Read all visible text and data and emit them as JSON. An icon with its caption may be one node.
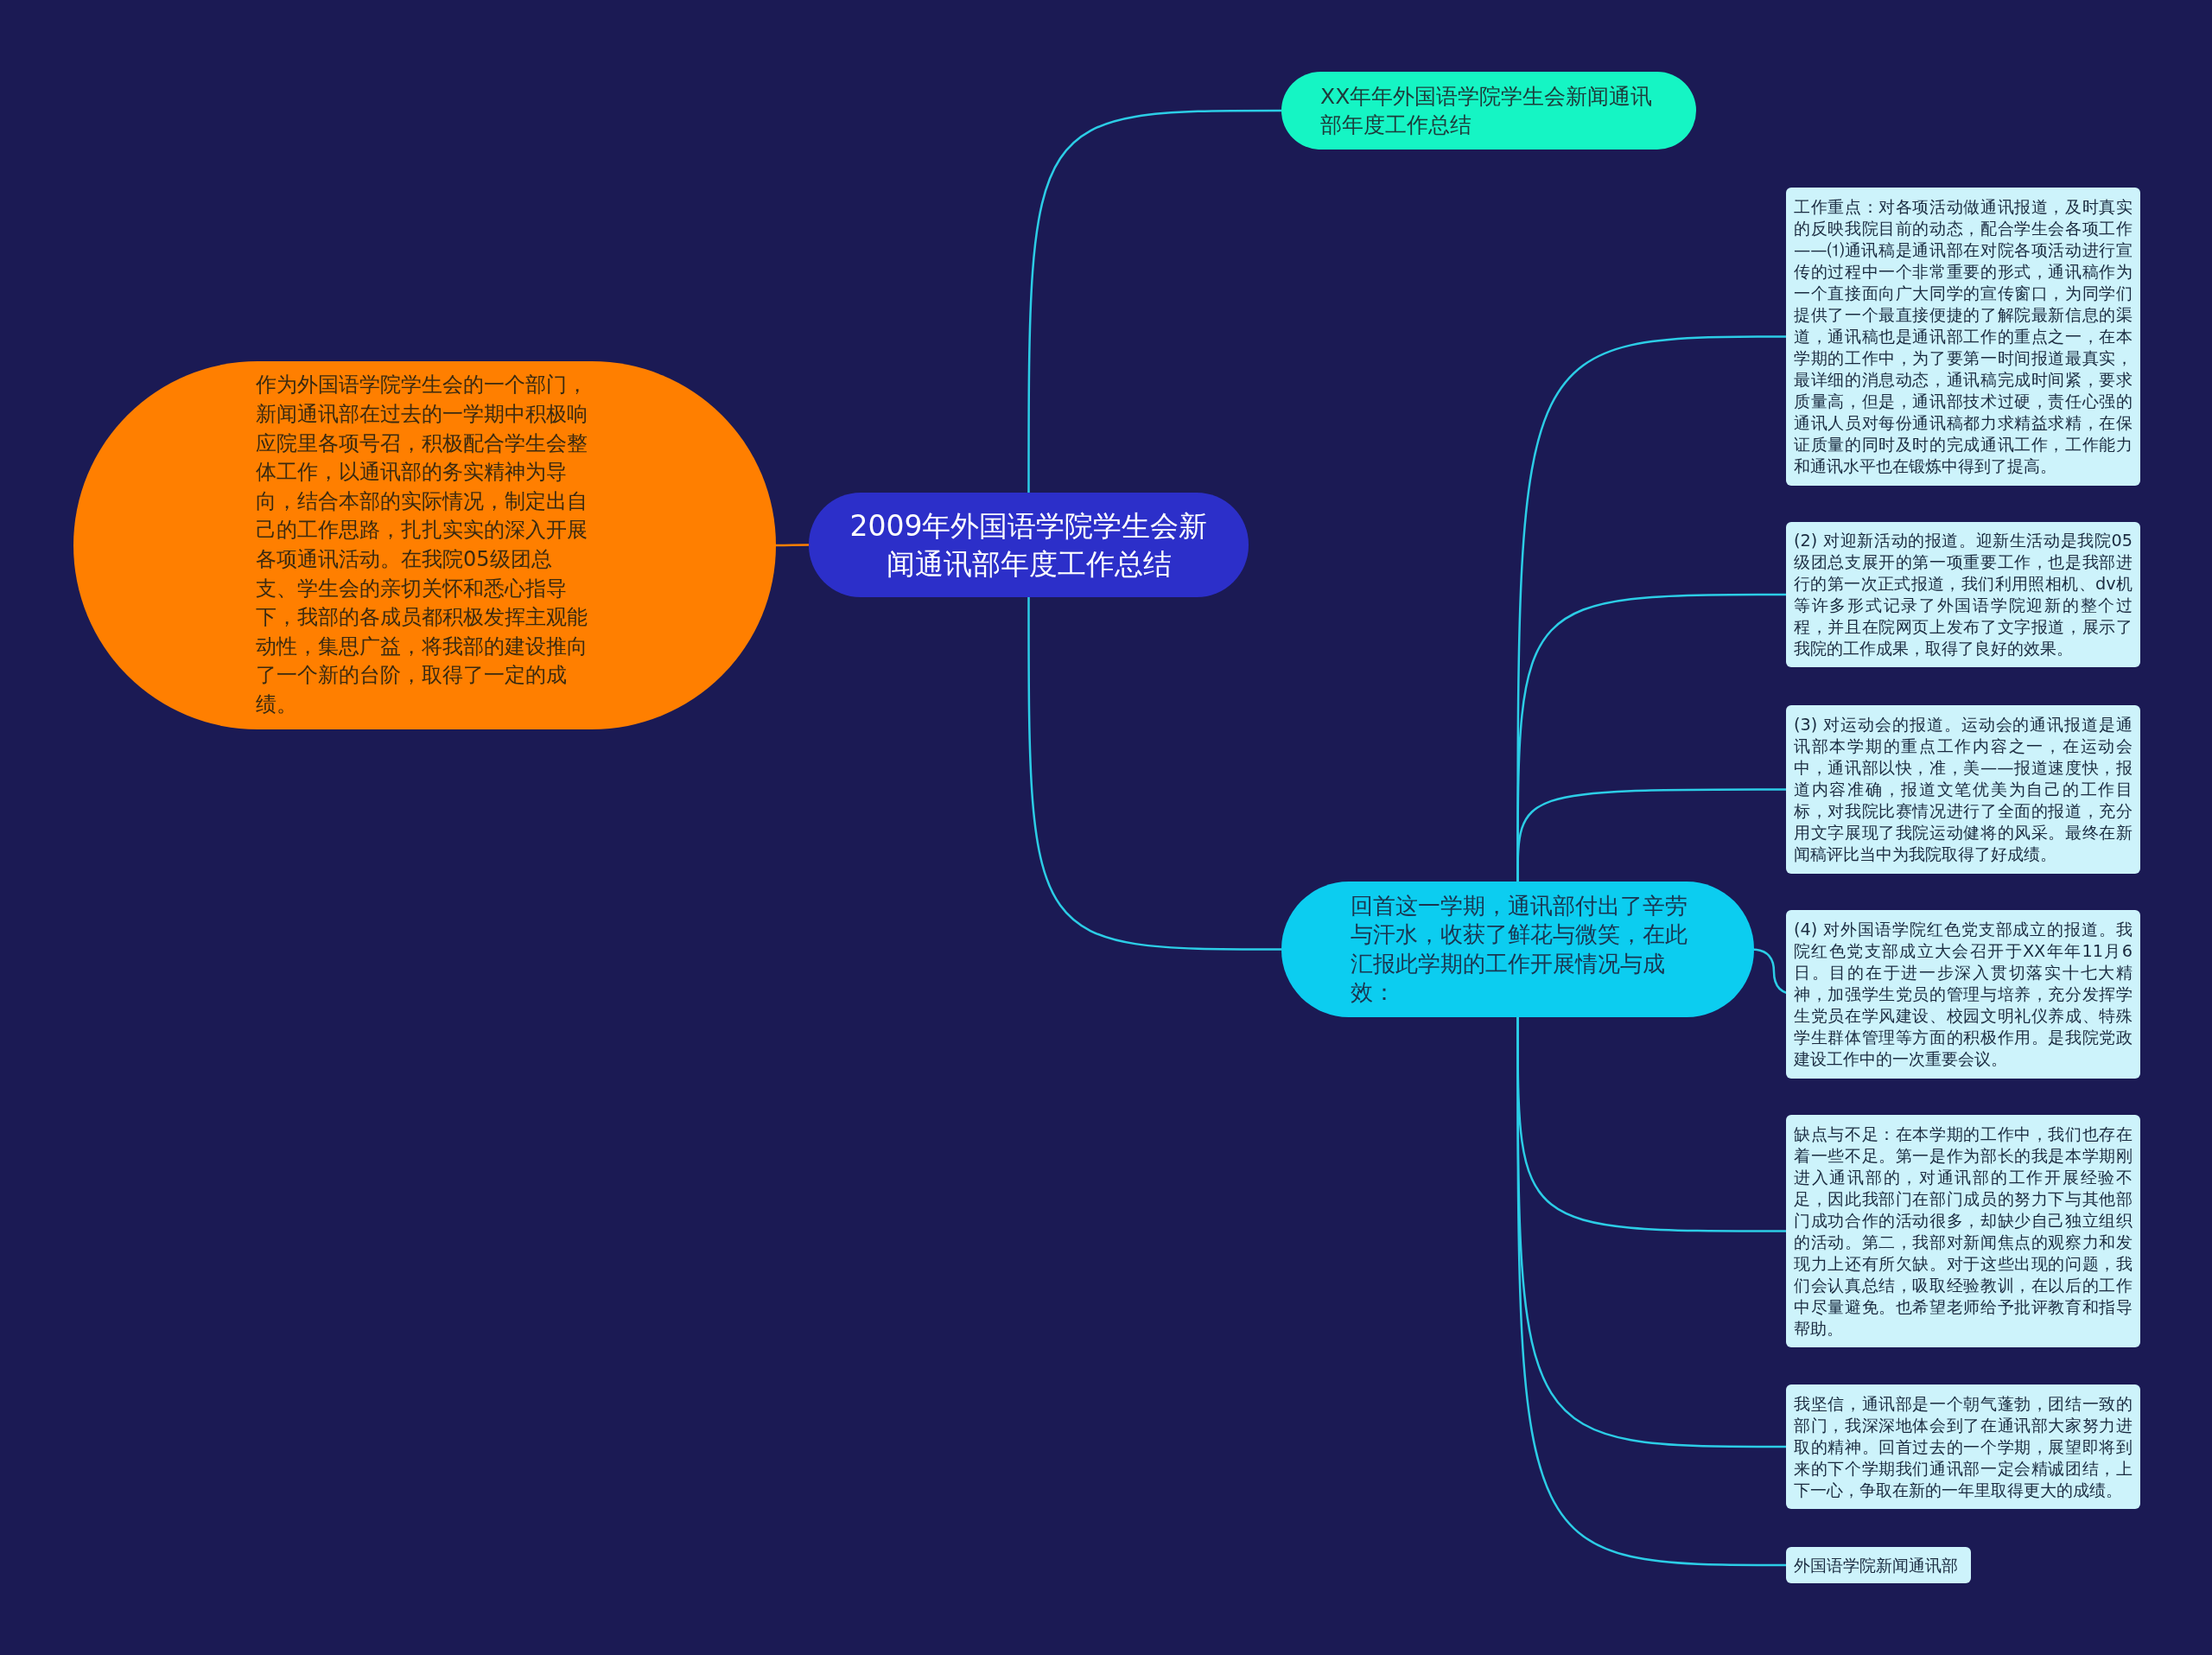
{
  "diagram": {
    "nodes": [
      {
        "text": [
          "2009年外国语学院学生会新闻通讯部年度工作总结"
        ]
      },
      {
        "text": [
          "XX年年外国语学院学生会新闻通讯部年度工作总结"
        ]
      },
      {
        "text": [
          "作为外国语学院学生会的一个部门，新闻通讯部在过去的一学期中积极响应院里各项号召，积极配合学生会整体工作，以通讯部的务实精神为导向，结合本部的实际情况，制定出自己的工作思路，扎扎实实的深入开展各项通讯活动。在我院05级团总支、学生会的亲切关怀和悉心指导下，我部的各成员都积极发挥主观能动性，集思广益，将我部的建设推向了一个新的台阶，取得了一定的成绩。"
        ]
      },
      {
        "text": [
          "回首这一学期，通讯部付出了辛劳与汗水，收获了鲜花与微笑，在此汇报此学期的工作开展情况与成效："
        ]
      },
      {
        "text": [
          "工作重点：对各项活动做通讯报道，及时真实的反映我院目前的动态，配合学生会各项工作——⑴通讯稿是通讯部在对院各项活动进行宣传的过程中一个非常重要的形式，通讯稿作为一个直接面向广大同学的宣传窗口，为同学们提供了一个最直接便捷的了解院最新信息的渠道，通讯稿也是通讯部工作的重点之一，在本学期的工作中，为了要第一时间报道最真实，最详细的消息动态，通讯稿完成时间紧，要求质量高，但是，通讯部技术过硬，责任心强的通讯人员对每份通讯稿都力求精益求精，在保证质量的同时及时的完成通讯工作，工作能力和通讯水平也在锻炼中得到了提高。"
        ]
      },
      {
        "text": [
          "(2) 对迎新活动的报道。迎新生活动是我院05级团总支展开的第一项重要工作，也是我部进行的第一次正式报道，我们利用照相机、dv机等许多形式记录了外国语学院迎新的整个过程，并且在院网页上发布了文字报道，展示了我院的工作成果，取得了良好的效果。"
        ]
      },
      {
        "text": [
          "(3) 对运动会的报道。运动会的通讯报道是通讯部本学期的重点工作内容之一，在运动会中，通讯部以快，准，美——报道速度快，报道内容准确，报道文笔优美为自己的工作目标，对我院比赛情况进行了全面的报道，充分用文字展现了我院运动健将的风采。最终在新闻稿评比当中为我院取得了好成绩。"
        ]
      },
      {
        "text": [
          "(4) 对外国语学院红色党支部成立的报道。我院红色党支部成立大会召开于XX年年11月6日。目的在于进一步深入贯切落实十七大精神，加强学生党员的管理与培养，充分发挥学生党员在学风建设、校园文明礼仪养成、特殊学生群体管理等方面的积极作用。是我院党政建设工作中的一次重要会议。"
        ]
      },
      {
        "text": [
          "缺点与不足：在本学期的工作中，我们也存在着一些不足。第一是作为部长的我是本学期刚进入通讯部的，对通讯部的工作开展经验不足，因此我部门在部门成员的努力下与其他部门成功合作的活动很多，却缺少自己独立组织的活动。第二，我部对新闻焦点的观察力和发现力上还有所欠缺。对于这些出现的问题，我们会认真总结，吸取经验教训，在以后的工作中尽量避免。也希望老师给予批评教育和指导帮助。"
        ]
      },
      {
        "text": [
          "我坚信，通讯部是一个朝气蓬勃，团结一致的部门，我深深地体会到了在通讯部大家努力进取的精神。回首过去的一个学期，展望即将到来的下个学期我们通讯部一定会精诚团结，上下一心，争取在新的一年里取得更大的成绩。"
        ]
      },
      {
        "text": [
          "外国语学院新闻通讯部"
        ]
      }
    ],
    "edges": [
      {
        "from": 0,
        "to": 1,
        "arrow": "none"
      },
      {
        "from": 0,
        "to": 2,
        "arrow": "none",
        "color": "#ff7f00"
      },
      {
        "from": 0,
        "to": 3,
        "arrow": "none"
      },
      {
        "from": 3,
        "to": 4,
        "arrow": "none"
      },
      {
        "from": 3,
        "to": 5,
        "arrow": "none"
      },
      {
        "from": 3,
        "to": 6,
        "arrow": "none"
      },
      {
        "from": 3,
        "to": 7,
        "arrow": "none"
      },
      {
        "from": 3,
        "to": 8,
        "arrow": "none"
      },
      {
        "from": 3,
        "to": 9,
        "arrow": "none"
      },
      {
        "from": 3,
        "to": 10,
        "arrow": "none"
      }
    ]
  }
}
